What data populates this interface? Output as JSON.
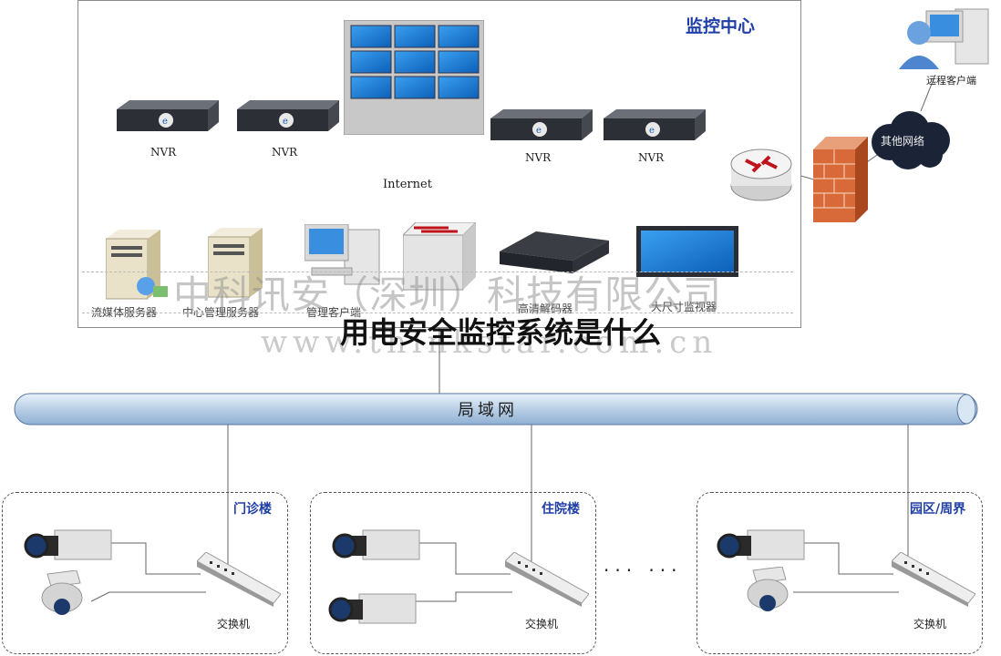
{
  "monitoring_center": {
    "title": "监控中心",
    "nvr_labels": [
      "NVR",
      "NVR",
      "NVR",
      "NVR"
    ],
    "internet_label": "Internet",
    "devices": {
      "stream_server": "流媒体服务器",
      "mgmt_server": "中心管理服务器",
      "mgmt_client": "管理客户端",
      "decoder": "高清解码器",
      "monitor": "大尺寸监视器"
    }
  },
  "remote": {
    "client_label": "远程客户端",
    "other_network": "其他网络"
  },
  "watermark": {
    "company": "中科讯安（深圳）科技有限公司",
    "url": "www.thinkstar.com.cn"
  },
  "headline": "用电安全监控系统是什么",
  "lan_label": "局域网",
  "zones": [
    {
      "title": "门诊楼",
      "switch_label": "交换机"
    },
    {
      "title": "住院楼",
      "switch_label": "交换机"
    },
    {
      "title": "园区/周界",
      "switch_label": "交换机"
    }
  ],
  "ellipsis": "··· ···",
  "colors": {
    "accent": "#1f3fa6",
    "pipe": "#c9dcef",
    "screen": "#1e7fd6"
  }
}
